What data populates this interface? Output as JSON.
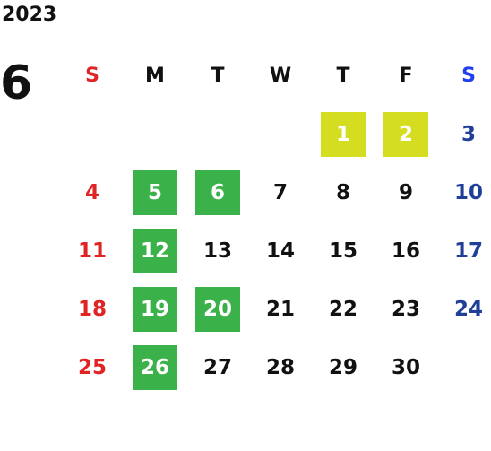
{
  "year": "2023",
  "month": "6",
  "weekdays": [
    "S",
    "M",
    "T",
    "W",
    "T",
    "F",
    "S"
  ],
  "weeks": [
    [
      "",
      "",
      "",
      "",
      "1",
      "2",
      "3"
    ],
    [
      "4",
      "5",
      "6",
      "7",
      "8",
      "9",
      "10"
    ],
    [
      "11",
      "12",
      "13",
      "14",
      "15",
      "16",
      "17"
    ],
    [
      "18",
      "19",
      "20",
      "21",
      "22",
      "23",
      "24"
    ],
    [
      "25",
      "26",
      "27",
      "28",
      "29",
      "30",
      ""
    ]
  ],
  "highlight_colors": {
    "yellow": "#d5dd21",
    "green": "#3bb14a",
    "sunday": "#e02424",
    "saturday": "#1f3f99"
  },
  "highlighted_days": {
    "yellow": [
      "1",
      "2"
    ],
    "green": [
      "5",
      "6",
      "12",
      "19",
      "20",
      "26"
    ]
  }
}
